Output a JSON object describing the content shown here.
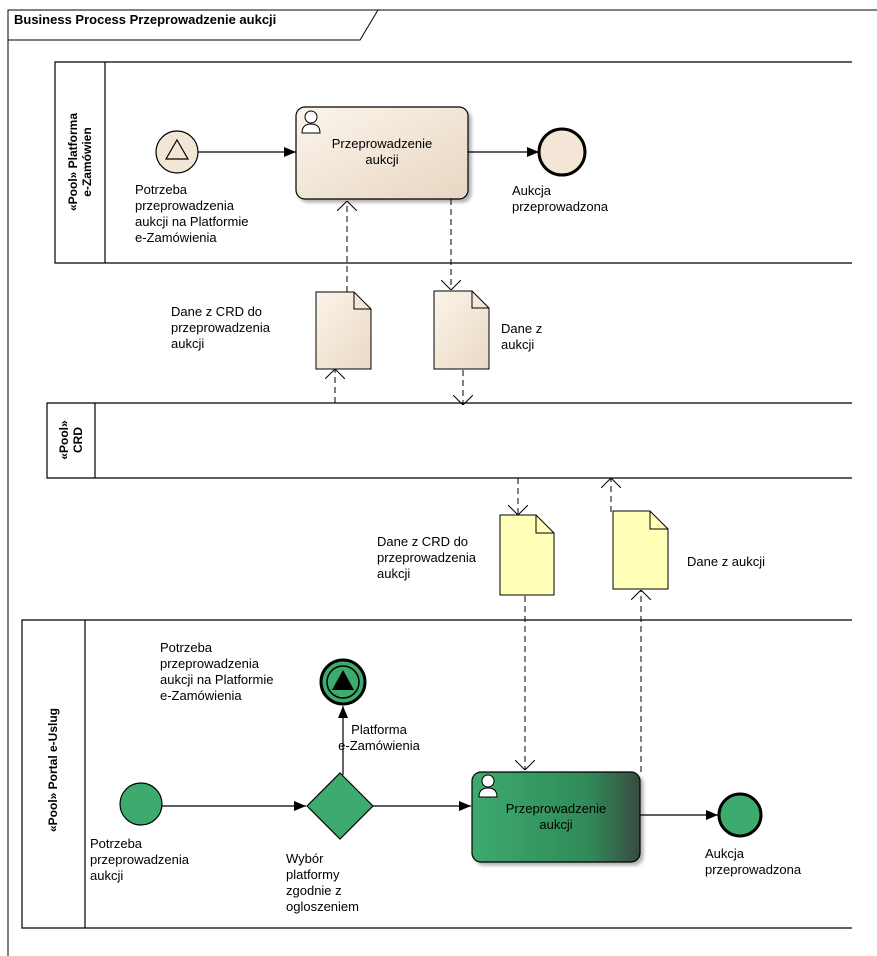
{
  "frame": {
    "title": "Business Process Przeprowadzenie aukcji"
  },
  "pools": {
    "platforma": {
      "name": "«Pool» Platforma\ne-Zamówien"
    },
    "crd": {
      "name": "«Pool»\nCRD"
    },
    "portal": {
      "name": "«Pool» Portal e-Uslug"
    }
  },
  "platforma": {
    "start_label": "Potrzeba\nprzeprowadzenia\naukcji na Platformie\ne-Zamówienia",
    "task_label": "Przeprowadzenie\naukcji",
    "end_label": "Aukcja\nprzeprowadzona"
  },
  "data_objects": {
    "doc1_label": "Dane z CRD do\nprzeprowadzenia\naukcji",
    "doc2_label": "Dane z\naukcji",
    "doc3_label": "Dane z CRD do\nprzeprowadzenia\naukcji",
    "doc4_label": "Dane z aukcji"
  },
  "portal": {
    "signal_label": "Potrzeba\nprzeprowadzenia\naukcji na Platformie\ne-Zamówienia",
    "flow_label": "Platforma\ne-Zamówienia",
    "start_label": "Potrzeba\nprzeprowadzenia\naukcji",
    "gateway_label": "Wybór\nplatformy\nzgodnie z\nogloszeniem",
    "task_label": "Przeprowadzenie\naukcji",
    "end_label": "Aukcja\nprzeprowadzona"
  },
  "colors": {
    "beige": "#f3e6d6",
    "yellow": "#ffffb8",
    "green": "#3daa6e",
    "dark_green": "#0f3f24"
  },
  "icons": [
    "user-icon",
    "signal-triangle-icon"
  ]
}
